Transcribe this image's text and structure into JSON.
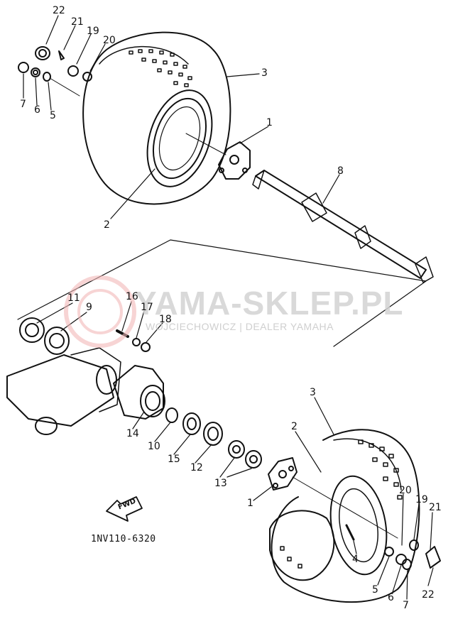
{
  "watermark": {
    "title": "YAMA-SKLEP.PL",
    "subtitle": "WOJCIECHOWICZ | DEALER YAMAHA"
  },
  "diagram_code": "1NV110-6320",
  "fwd_arrow_label": "FWD",
  "callouts": [
    {
      "id": "c22-top",
      "text": "22"
    },
    {
      "id": "c21-top",
      "text": "21"
    },
    {
      "id": "c19-top",
      "text": "19"
    },
    {
      "id": "c20-top",
      "text": "20"
    },
    {
      "id": "c7-top",
      "text": "7"
    },
    {
      "id": "c6-top",
      "text": "6"
    },
    {
      "id": "c5-top",
      "text": "5"
    },
    {
      "id": "c3-top",
      "text": "3"
    },
    {
      "id": "c1-top",
      "text": "1"
    },
    {
      "id": "c8",
      "text": "8"
    },
    {
      "id": "c2-top",
      "text": "2"
    },
    {
      "id": "c11",
      "text": "11"
    },
    {
      "id": "c9",
      "text": "9"
    },
    {
      "id": "c16",
      "text": "16"
    },
    {
      "id": "c17",
      "text": "17"
    },
    {
      "id": "c18",
      "text": "18"
    },
    {
      "id": "c14",
      "text": "14"
    },
    {
      "id": "c10",
      "text": "10"
    },
    {
      "id": "c15",
      "text": "15"
    },
    {
      "id": "c12",
      "text": "12"
    },
    {
      "id": "c13",
      "text": "13"
    },
    {
      "id": "c3-bot",
      "text": "3"
    },
    {
      "id": "c2-bot",
      "text": "2"
    },
    {
      "id": "c1-bot",
      "text": "1"
    },
    {
      "id": "c20-bot",
      "text": "20"
    },
    {
      "id": "c19-bot",
      "text": "19"
    },
    {
      "id": "c21-bot",
      "text": "21"
    },
    {
      "id": "c4",
      "text": "4"
    },
    {
      "id": "c5-bot",
      "text": "5"
    },
    {
      "id": "c6-bot",
      "text": "6"
    },
    {
      "id": "c7-bot",
      "text": "7"
    },
    {
      "id": "c22-bot",
      "text": "22"
    }
  ]
}
